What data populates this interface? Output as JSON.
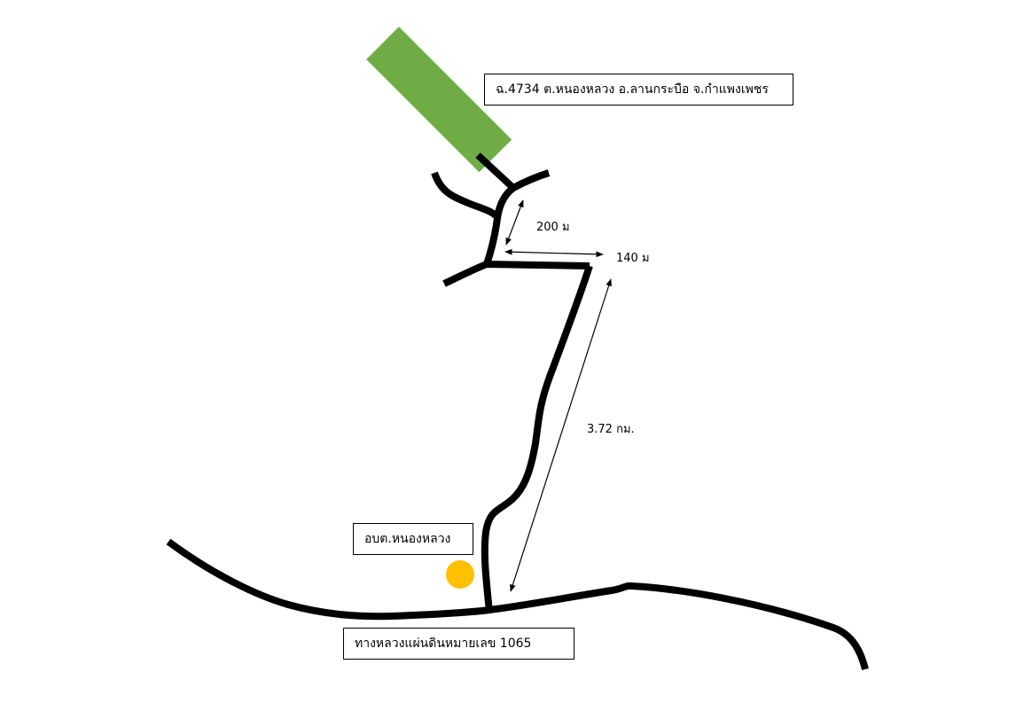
{
  "labels": {
    "location": "ฉ.4734 ต.หนองหลวง อ.ลานกระบือ จ.กำแพงเพชร",
    "office": "อบต.หนองหลวง",
    "highway": "ทางหลวงแผ่นดินหมายเลข 1065"
  },
  "distances": {
    "branch": "200 ม",
    "connector": "140 ม",
    "main_road": "3.72 กม."
  },
  "colors": {
    "road": "#000000",
    "site_marker": "#70ad47",
    "office_marker": "#ffc000"
  },
  "icons": {
    "site": "site-rectangle-marker",
    "office": "office-circle-marker",
    "distance": "double-arrow"
  }
}
